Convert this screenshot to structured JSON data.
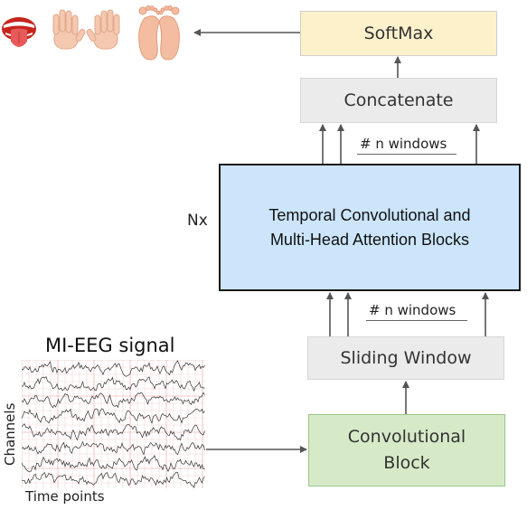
{
  "blocks": {
    "softmax": "SoftMax",
    "concatenate": "Concatenate",
    "tcn_line1": "Temporal Convolutional and",
    "tcn_line2": "Multi-Head Attention Blocks",
    "sliding_window": "Sliding Window",
    "conv_line1": "Convolutional",
    "conv_line2": "Block"
  },
  "labels": {
    "nx": "Nx",
    "n_windows_top": "# n windows",
    "n_windows_bottom": "# n windows",
    "eeg_title": "MI-EEG signal",
    "x_axis": "Time points",
    "y_axis": "Channels"
  },
  "output_classes": [
    "tongue-icon",
    "left-hand-icon",
    "right-hand-icon",
    "feet-icon"
  ],
  "colors": {
    "softmax_fill": "#fdf1cc",
    "concat_fill": "#ebebeb",
    "tcn_fill": "#cce5fb",
    "conv_fill": "#d6eac8",
    "arrow": "#555555",
    "skin": "#f4c2a6",
    "mouth": "#d72c2c"
  }
}
